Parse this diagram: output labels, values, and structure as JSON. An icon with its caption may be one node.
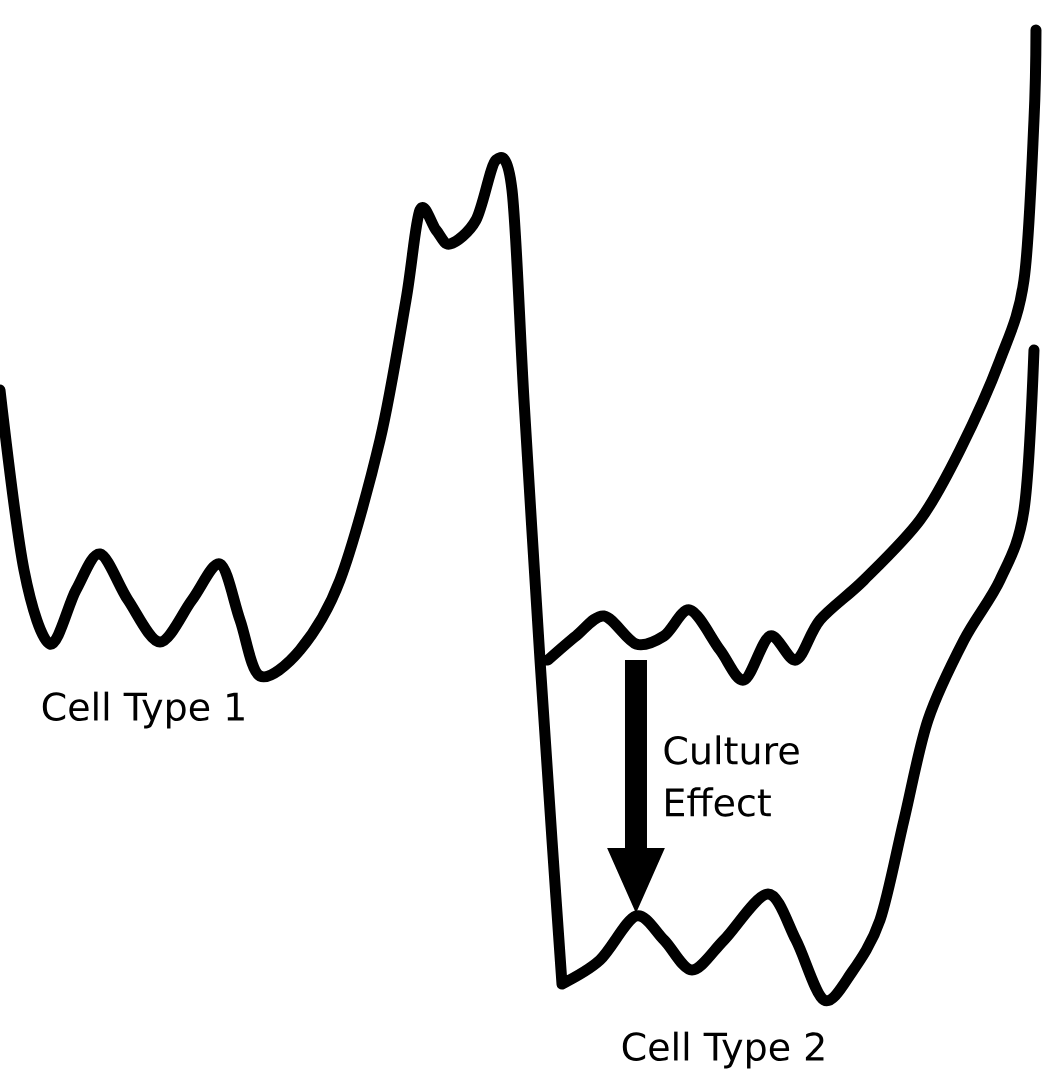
{
  "diagram": {
    "labels": [
      "Cell Type 1",
      "Culture Effect",
      "Cell Type 2"
    ]
  }
}
